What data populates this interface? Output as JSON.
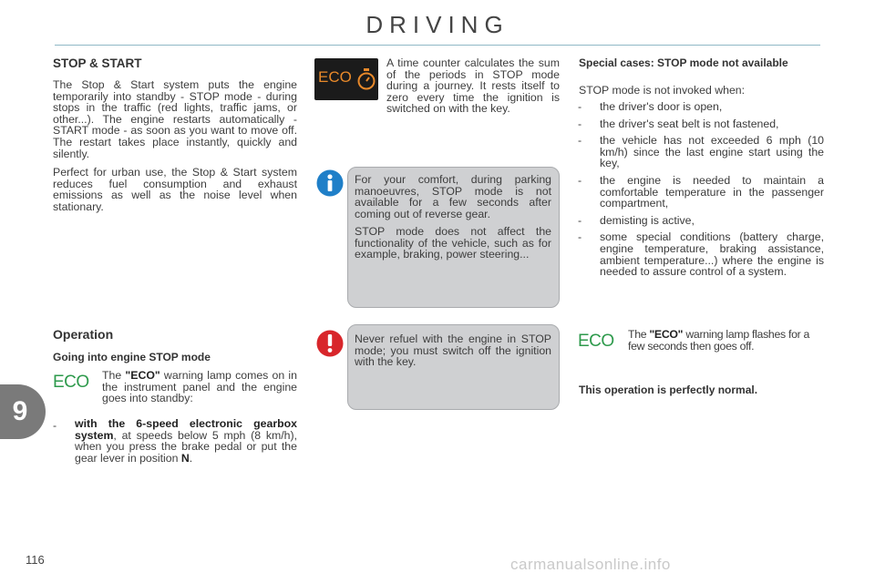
{
  "header": {
    "title": "DRIVING"
  },
  "chapter_tab": {
    "number": "9"
  },
  "page_number": "116",
  "watermark": "carmanualsonline.info",
  "stop_start": {
    "title": "STOP & START",
    "para1": "The Stop & Start system puts the engine temporarily into standby - STOP mode - during stops in the traffic (red lights, traffic jams, or other...). The engine restarts automatically - START mode - as soon as you want to move off. The restart takes place instantly, quickly and silently.",
    "para2": "Perfect for urban use, the Stop & Start system reduces fuel consumption and exhaust emissions as well as the noise level when stationary."
  },
  "time_counter": {
    "icon_text": "ECO",
    "text": "A time counter calculates the sum of the periods in STOP mode during a journey. It rests itself to zero every time the ignition is switched on with the key."
  },
  "info_box": {
    "para1": "For your comfort, during parking manoeuvres, STOP mode is not available for a few seconds after coming out of reverse gear.",
    "para2": "STOP mode does not affect the functionality of the vehicle, such as for example, braking, power steering..."
  },
  "warning_box": {
    "text": "Never refuel with the engine in STOP mode; you must switch off the ignition with the key."
  },
  "operation": {
    "title": "Operation",
    "subtitle": "Going into engine STOP mode",
    "eco_icon": "ECO",
    "lamp_pre": "The ",
    "lamp_bold": "\"ECO\"",
    "lamp_post": " warning lamp comes on in the instrument panel and the engine goes into standby:",
    "bullet_dash": "-",
    "bullet_bold": "with the 6-speed electronic gearbox system",
    "bullet_text": ", at speeds below 5 mph (8 km/h), when you press the brake pedal or put the gear lever in position ",
    "bullet_gear": "N",
    "bullet_end": "."
  },
  "special_cases": {
    "title": "Special cases: STOP mode not available",
    "intro": "STOP mode is not invoked when:",
    "items": [
      "the driver's door is open,",
      "the driver's seat belt is not fastened,",
      "the vehicle has not exceeded 6 mph (10 km/h) since the last engine start using the key,",
      "the engine is needed to maintain a comfortable temperature in the passenger compartment,",
      "demisting is active,",
      "some special conditions (battery charge, engine temperature, braking assistance, ambient temperature...) where the engine is needed to assure control of a system."
    ],
    "dash": "-"
  },
  "eco_flash": {
    "eco_icon": "ECO",
    "pre": "The ",
    "bold": "\"ECO\"",
    "post": " warning lamp flashes for a few seconds then goes off.",
    "normal": "This operation is perfectly normal."
  },
  "colors": {
    "eco_green": "#2e9a4c",
    "eco_orange": "#e8892a",
    "info_blue": "#1f7fc8",
    "warn_red": "#d8262b",
    "box_grey": "#cfd0d2"
  }
}
